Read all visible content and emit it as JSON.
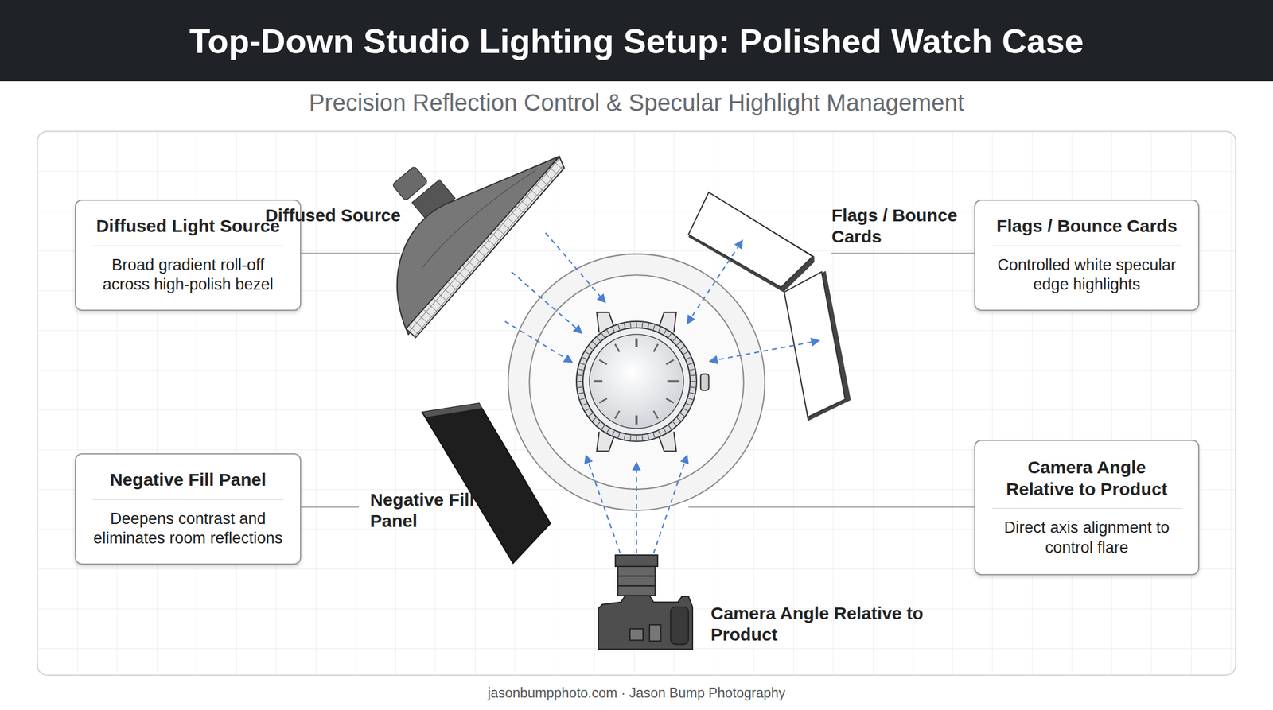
{
  "diagram": {
    "title": "Top-Down Studio Lighting Setup: Polished Watch Case",
    "caption": "Precision Reflection Control & Specular Highlight Management",
    "nodes": [
      {
        "text": [
          "Diffused Light Source",
          "Broad gradient roll-off across high-polish bezel"
        ]
      },
      {
        "text": [
          "Flags / Bounce Cards",
          "Controlled white specular edge highlights"
        ]
      },
      {
        "text": [
          "Negative Fill Panel",
          "Deepens contrast and eliminates room reflections"
        ]
      },
      {
        "text": [
          "Camera Angle Relative to Product",
          "Direct axis alignment to control flare"
        ]
      }
    ],
    "labels": [
      "Diffused Source",
      "Flags / Bounce Cards",
      "Negative Fill Panel",
      "Camera Angle Relative to Product",
      "jasonbumpphoto.com · Jason Bump Photography"
    ]
  }
}
